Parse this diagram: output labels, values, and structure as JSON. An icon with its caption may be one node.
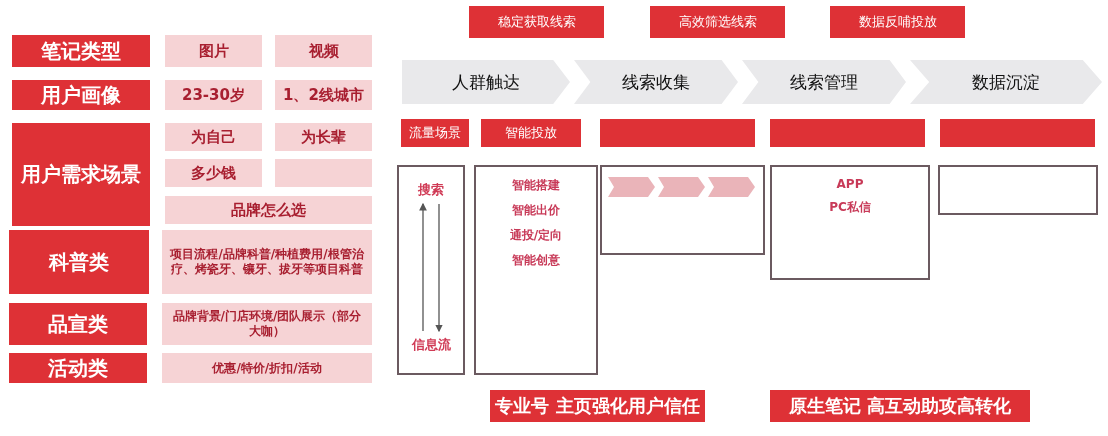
{
  "diagram": {
    "nodes": [
      {
        "text": [
          "笔记类型"
        ]
      },
      {
        "text": [
          "图片"
        ]
      },
      {
        "text": [
          "视频"
        ]
      },
      {
        "text": [
          "用户画像"
        ]
      },
      {
        "text": [
          "23-30岁"
        ]
      },
      {
        "text": [
          "1、2线城市"
        ]
      },
      {
        "text": [
          "用户需求场景"
        ]
      },
      {
        "text": [
          "为自己"
        ]
      },
      {
        "text": [
          "为长辈"
        ]
      },
      {
        "text": [
          "多少钱"
        ]
      },
      {
        "text": [],
        "shape": "box"
      },
      {
        "text": [
          "品牌怎么选"
        ]
      },
      {
        "text": [
          "科普类"
        ]
      },
      {
        "text": [
          "项目流程/品牌科普/种植费用/根管治疗、烤瓷牙、镶牙、拔牙等项目科普"
        ]
      },
      {
        "text": [
          "品宣类"
        ]
      },
      {
        "text": [
          "品牌背景/门店环境/团队展示（部分大咖）"
        ]
      },
      {
        "text": [
          "活动类"
        ]
      },
      {
        "text": [
          "优惠/特价/折扣/活动"
        ]
      },
      {
        "text": [
          "稳定获取线索"
        ]
      },
      {
        "text": [
          "高效筛选线索"
        ]
      },
      {
        "text": [
          "数据反哺投放"
        ]
      },
      {
        "text": [
          "人群触达"
        ]
      },
      {
        "text": [
          "线索收集"
        ]
      },
      {
        "text": [
          "线索管理"
        ]
      },
      {
        "text": [
          "数据沉淀"
        ]
      },
      {
        "text": [
          "流量场景"
        ]
      },
      {
        "text": [
          "智能投放"
        ]
      },
      {
        "text": [],
        "shape": "box"
      },
      {
        "text": [],
        "shape": "box"
      },
      {
        "text": [],
        "shape": "box"
      },
      {
        "text": [],
        "shape": "box"
      },
      {
        "text": [
          "搜索"
        ],
        "in": 30
      },
      {
        "text": [
          "信息流"
        ],
        "in": 30
      },
      {
        "text": [
          "智能搭建",
          "智能出价",
          "通投/定向",
          "智能创意"
        ]
      },
      {
        "text": [],
        "shape": "box"
      },
      {
        "text": [
          "APP",
          "PC私信"
        ]
      },
      {
        "text": [],
        "shape": "box"
      },
      {
        "text": [
          "专业号 主页强化用户信任"
        ]
      },
      {
        "text": [
          "原生笔记 高互动助攻高转化"
        ]
      }
    ],
    "edges": [
      {
        "from": 31,
        "to": 32,
        "arrow": "to"
      },
      {
        "from": 32,
        "to": 31,
        "arrow": "to"
      }
    ]
  }
}
